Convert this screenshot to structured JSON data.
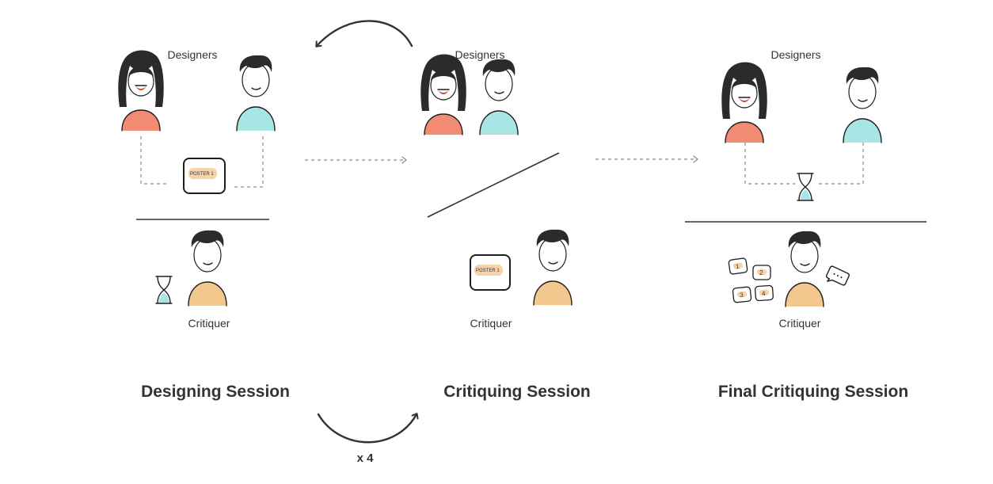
{
  "colors": {
    "designer_female_shirt": "#f28b73",
    "designer_male_shirt": "#a8e6e6",
    "critiquer_shirt": "#f3c88e",
    "poster_label": "#f6d3a8",
    "hair": "#2b2b2b",
    "ink": "#333333"
  },
  "sessions": [
    {
      "title": "Designing Session",
      "top_label": "Designers",
      "bottom_label": "Critiquer",
      "poster_text": "POSTER 1"
    },
    {
      "title": "Critiquing Session",
      "top_label": "Designers",
      "bottom_label": "Critiquer",
      "poster_text": "POSTER 1"
    },
    {
      "title": "Final Critiquing Session",
      "top_label": "Designers",
      "bottom_label": "Critiquer",
      "cards": [
        "1",
        "2",
        "3",
        "4"
      ]
    }
  ],
  "loop": {
    "repeat_label": "x 4"
  },
  "icons": [
    "hourglass-icon",
    "speech-bubble-icon",
    "poster-icon",
    "loop-arrow-icon",
    "flow-arrow-icon"
  ]
}
